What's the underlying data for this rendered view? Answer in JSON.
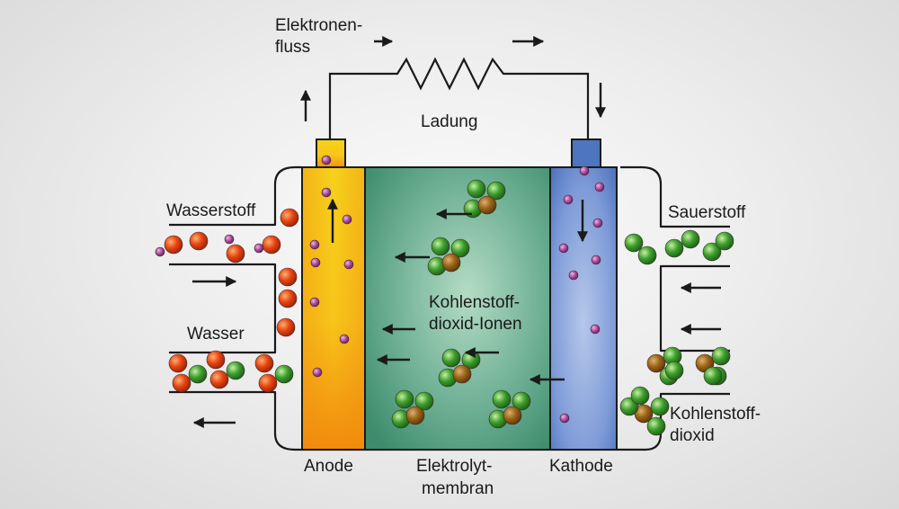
{
  "labels": {
    "electron_flow_1": "Elektronen-",
    "electron_flow_2": "fluss",
    "load": "Ladung",
    "hydrogen": "Wasserstoff",
    "water": "Wasser",
    "oxygen": "Sauerstoff",
    "co2_1": "Kohlenstoff-",
    "co2_2": "dioxid",
    "carbonate_ions_1": "Kohlenstoff-",
    "carbonate_ions_2": "dioxid-Ionen",
    "anode": "Anode",
    "membrane_1": "Elektrolyt-",
    "membrane_2": "membran",
    "cathode": "Kathode"
  },
  "colors": {
    "anode_top": "#f6d21c",
    "anode_bottom": "#f28a0c",
    "membrane_center": "#b4dcc4",
    "membrane_edge": "#3e8c6d",
    "cathode_center": "#b6c8ea",
    "cathode_edge": "#3d66b5",
    "hydrogen_atom": "#e64512",
    "oxygen_atom": "#3e9e2e",
    "carbon_atom": "#9a6418",
    "electron": "#a7489a"
  }
}
